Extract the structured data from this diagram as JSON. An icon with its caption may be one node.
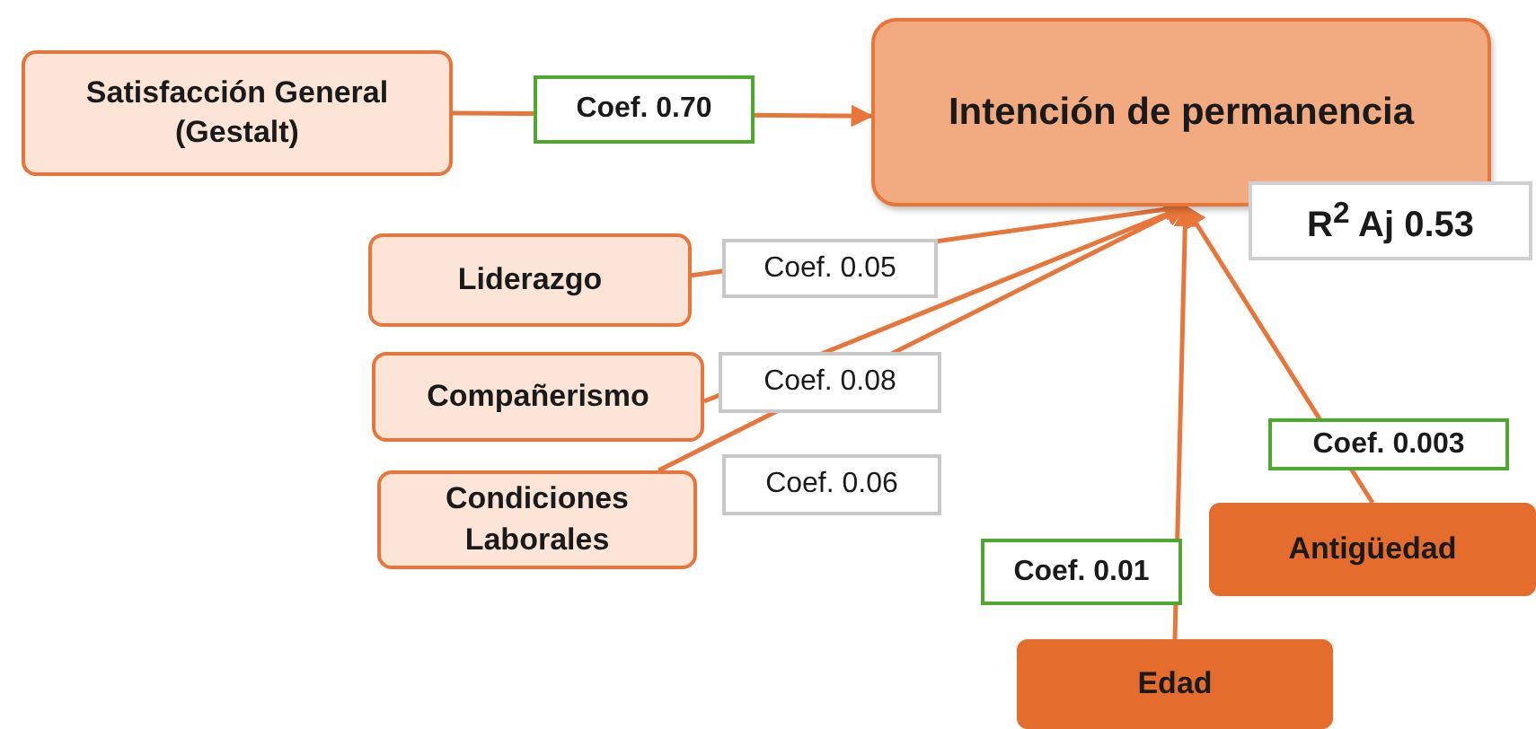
{
  "diagram": {
    "nodes": [
      {
        "text": [
          "Satisfacción General (Gestalt)"
        ]
      },
      {
        "text": [
          "Intención de permanencia"
        ]
      },
      {
        "text": [
          "R$^{2}$ Aj 0.53"
        ]
      },
      {
        "text": [
          "Liderazgo"
        ]
      },
      {
        "text": [
          "Compañerismo"
        ]
      },
      {
        "text": [
          "Condiciones Laborales"
        ]
      },
      {
        "text": [
          "Antigüedad"
        ]
      },
      {
        "text": [
          "Edad"
        ]
      }
    ],
    "edges": [
      {
        "from": 0,
        "to": 1,
        "arrow": "to",
        "label": "Coef. 0.70"
      },
      {
        "from": 3,
        "to": 1,
        "arrow": "to",
        "label": "Coef. 0.05"
      },
      {
        "from": 4,
        "to": 1,
        "arrow": "to",
        "label": "Coef. 0.08"
      },
      {
        "from": 5,
        "to": 1,
        "arrow": "to",
        "label": "Coef. 0.06"
      },
      {
        "from": 6,
        "to": 1,
        "arrow": "to",
        "label": "Coef. 0.003"
      },
      {
        "from": 7,
        "to": 1,
        "arrow": "to",
        "label": "Coef. 0.01"
      }
    ]
  }
}
